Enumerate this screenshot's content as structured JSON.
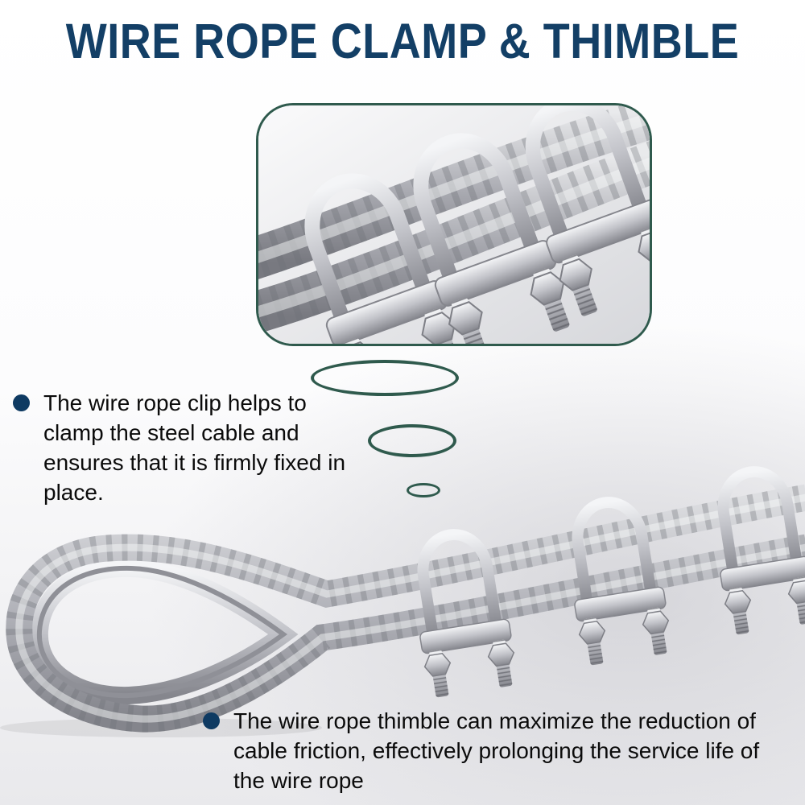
{
  "title": "WIRE ROPE CLAMP & THIMBLE",
  "bullets": [
    {
      "text": "The wire rope clip helps to clamp the steel cable and ensures that it is firmly fixed in place."
    },
    {
      "text": "The wire rope thimble can maximize the reduction of cable friction, effectively prolonging the service life of the wire rope"
    }
  ],
  "colors": {
    "title_navy": "#133f66",
    "bullet_dot_navy": "#0e3a62",
    "callout_teal": "#2f5a4d",
    "steel_light": "#e9eaec",
    "steel_dark": "#787980"
  },
  "images": {
    "inset_photo": "close-up of wire rope clamps on steel cables",
    "main_photo": "wire rope with thimble eye loop secured by three clamps"
  }
}
